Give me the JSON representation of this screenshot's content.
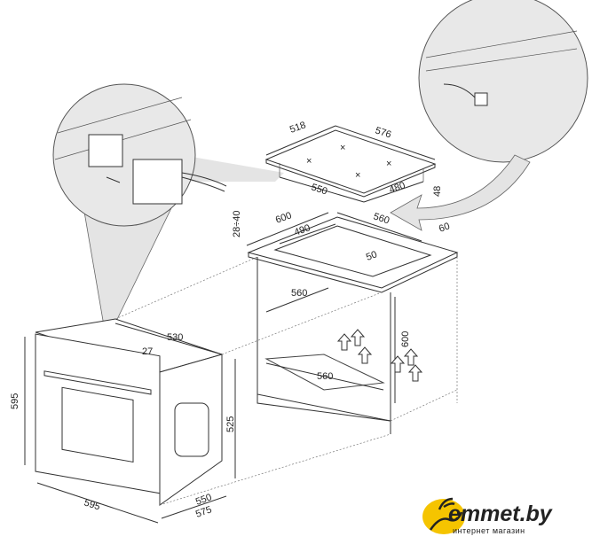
{
  "hob": {
    "width": "576",
    "depth": "518",
    "cutout_width": "550",
    "cutout_depth": "480",
    "height": "48"
  },
  "cabinet": {
    "top_width": "600",
    "cutout_depth": "490",
    "cutout_width": "560",
    "rear_gap": "60",
    "front_gap": "50",
    "worktop_thickness": "28÷40",
    "inner_width": "560",
    "inner_height": "600",
    "niche_width": "560"
  },
  "oven": {
    "top_depth": "530",
    "panel": "27",
    "height": "595",
    "body_height": "525",
    "width": "595",
    "body_depth": "550",
    "total_depth": "575"
  },
  "logo": {
    "name": "emmet.by",
    "tagline": "интернет магазин"
  },
  "colors": {
    "logo_yellow": "#f5c400",
    "callout_fill": "#e4e4e4"
  }
}
